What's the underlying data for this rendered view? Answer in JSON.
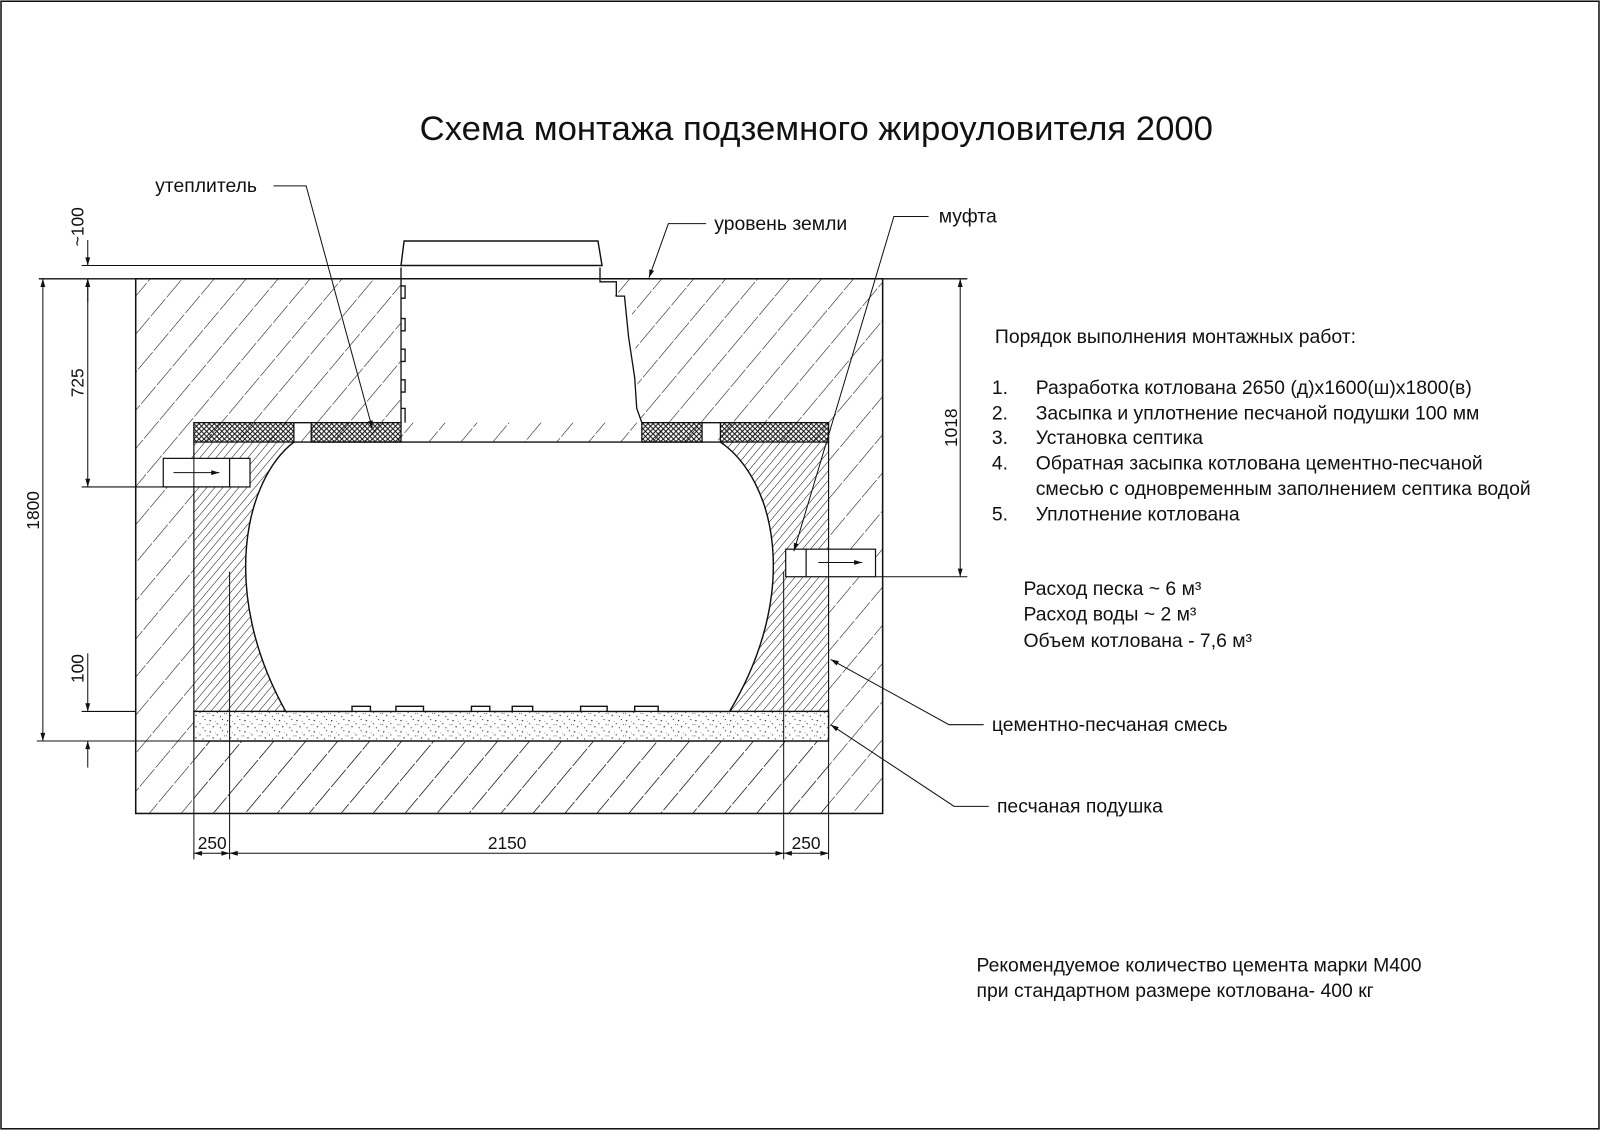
{
  "title": "Схема монтажа подземного жироуловителя 2000",
  "labels": {
    "insulation": "утеплитель",
    "ground_level": "уровень земли",
    "coupling": "муфта",
    "cement_sand_mix": "цементно-песчаная смесь",
    "sand_cushion": "песчаная подушка"
  },
  "dimensions": {
    "approx_100": "~100",
    "d725": "725",
    "d1800": "1800",
    "d100": "100",
    "d1018": "1018",
    "left_250": "250",
    "d2150": "2150",
    "right_250": "250"
  },
  "procedure": {
    "heading": "Порядок выполнения монтажных работ:",
    "steps": [
      {
        "num": "1.",
        "text": "Разработка котлована 2650 (д)х1600(ш)х1800(в)"
      },
      {
        "num": "2.",
        "text": "Засыпка и уплотнение песчаной подушки 100 мм"
      },
      {
        "num": "3.",
        "text": "Установка септика"
      },
      {
        "num": "4.",
        "text": "Обратная засыпка котлована цементно-песчаной",
        "text2": "смесью с одновременным заполнением септика водой"
      },
      {
        "num": "5.",
        "text": "Уплотнение котлована"
      }
    ]
  },
  "consumption": [
    "Расход песка ~ 6 м³",
    "Расход воды ~ 2 м³",
    "Объем котлована - 7,6 м³"
  ],
  "cement_note": [
    "Рекомендуемое количество цемента марки М400",
    "при стандартном размере котлована- 400 кг"
  ]
}
